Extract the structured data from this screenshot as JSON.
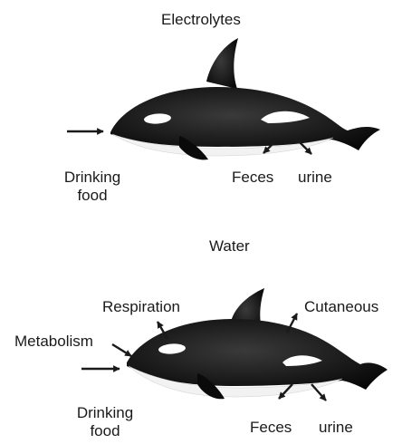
{
  "top_panel": {
    "title": "Electrolytes",
    "inputs": {
      "drinking_line1": "Drinking",
      "drinking_line2": "food"
    },
    "outputs": {
      "feces": "Feces",
      "urine": "urine"
    }
  },
  "bottom_panel": {
    "title": "Water",
    "inputs": {
      "metabolism": "Metabolism",
      "drinking_line1": "Drinking",
      "drinking_line2": "food"
    },
    "outputs": {
      "respiration": "Respiration",
      "cutaneous": "Cutaneous",
      "feces": "Feces",
      "urine": "urine"
    }
  },
  "colors": {
    "whale_dark": "#111111",
    "whale_patch": "#ffffff",
    "belly": "#f2f2f2",
    "arrow": "#1a1a1a"
  }
}
